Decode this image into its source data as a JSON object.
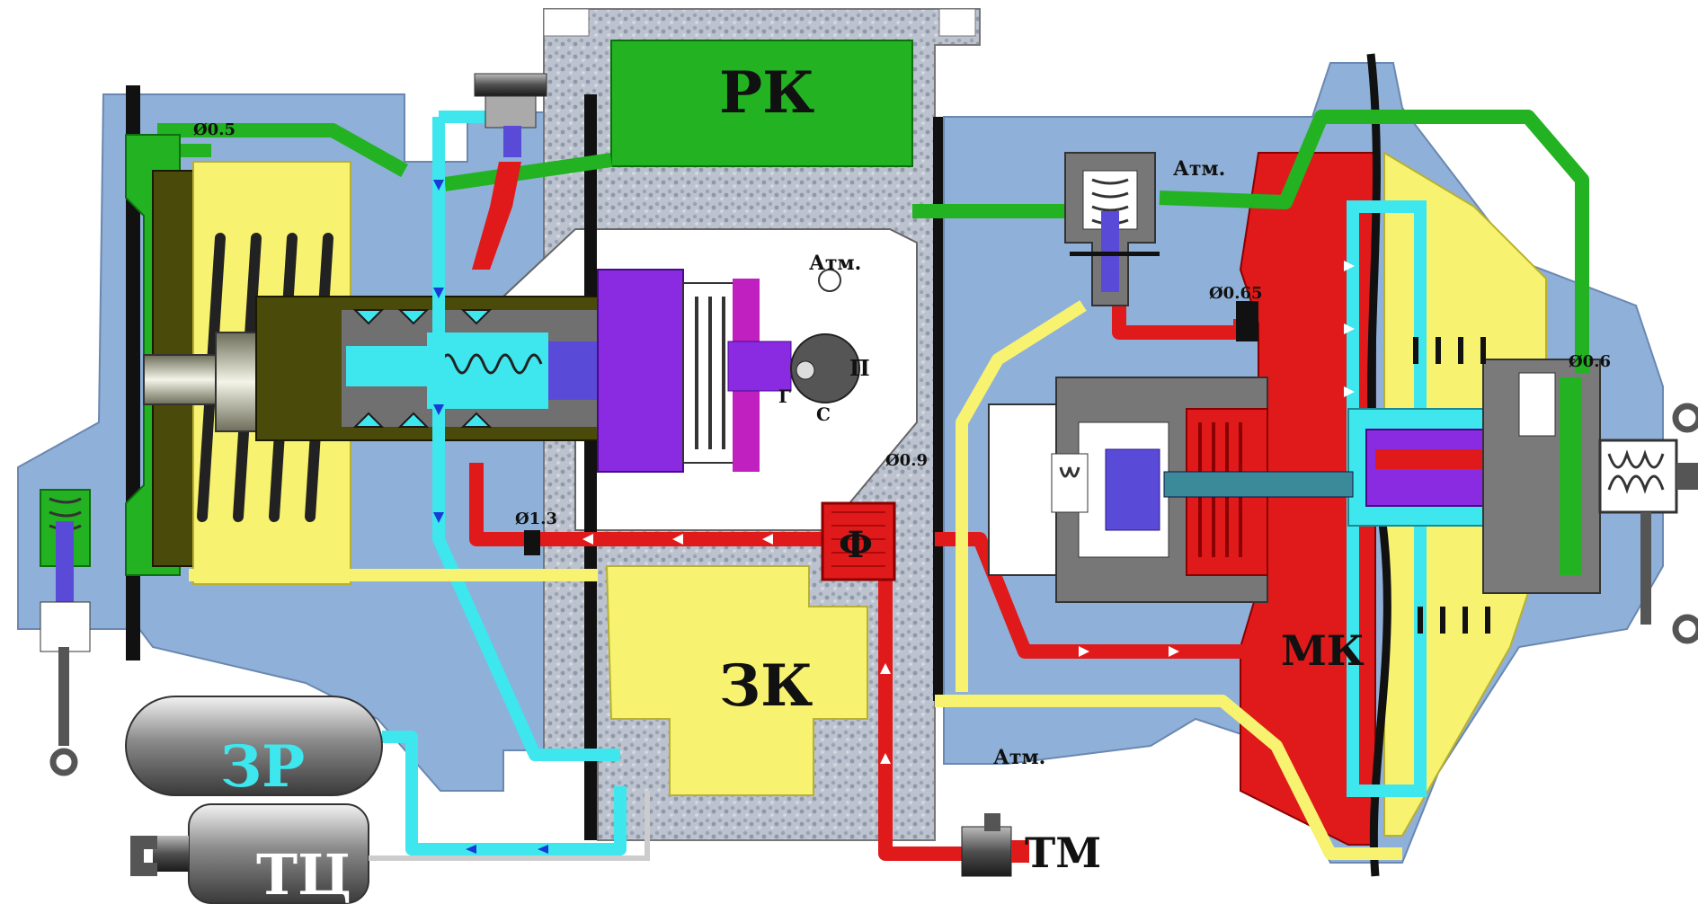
{
  "labels": {
    "rk": "РК",
    "zk": "ЗК",
    "mk": "МК",
    "f": "Ф",
    "zr": "ЗР",
    "tc": "ТЦ",
    "tm": "ТМ",
    "atm1": "Атм.",
    "atm2": "Атм.",
    "atm3": "Атм.",
    "p": "П",
    "g": "Г",
    "s": "С",
    "d05": "Ø0.5",
    "d13": "Ø1.3",
    "d065": "Ø0.65",
    "d09": "Ø0.9",
    "d06": "Ø0.6"
  },
  "colors": {
    "body": "#8fb0d8",
    "green": "#22b222",
    "yellow": "#f7f270",
    "red": "#e01a1a",
    "cyan": "#3ee6ee",
    "blue": "#5a4ad8",
    "purple": "#8a2be2",
    "magenta": "#c020c0",
    "olive": "#4a4a0a",
    "gray": "#7a7a7a",
    "dark": "#111111",
    "granite": "#b5bcc8",
    "white": "#ffffff"
  }
}
